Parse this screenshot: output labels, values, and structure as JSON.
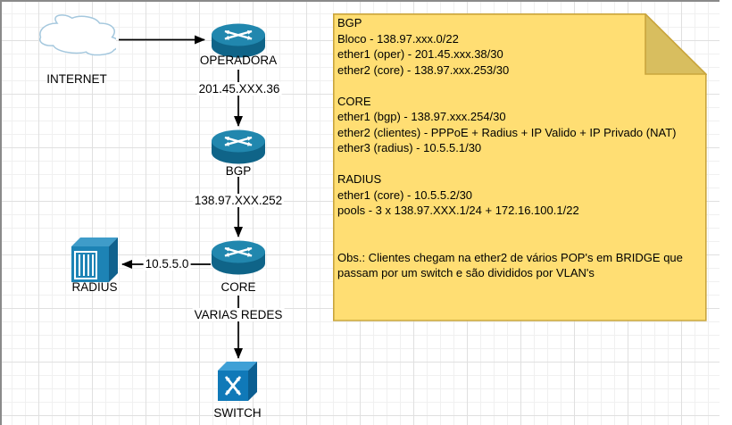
{
  "diagram": {
    "nodes": [
      {
        "id": "internet",
        "type": "cloud",
        "label": "INTERNET"
      },
      {
        "id": "operadora",
        "type": "router",
        "label": "OPERADORA"
      },
      {
        "id": "bgp",
        "type": "router",
        "label": "BGP"
      },
      {
        "id": "core",
        "type": "router",
        "label": "CORE"
      },
      {
        "id": "radius",
        "type": "server",
        "label": "RADIUS"
      },
      {
        "id": "switch",
        "type": "switch",
        "label": "SWITCH"
      }
    ],
    "edges": [
      {
        "from": "internet",
        "to": "operadora",
        "label": ""
      },
      {
        "from": "operadora",
        "to": "bgp",
        "label": "201.45.XXX.36"
      },
      {
        "from": "bgp",
        "to": "core",
        "label": "138.97.XXX.252"
      },
      {
        "from": "core",
        "to": "radius",
        "label": "10.5.5.0"
      },
      {
        "from": "core",
        "to": "switch",
        "label": "VARIAS REDES"
      }
    ]
  },
  "note": {
    "lines": [
      "BGP",
      "Bloco - 138.97.xxx.0/22",
      "ether1 (oper) - 201.45.xxx.38/30",
      "ether2 (core) - 138.97.xxx.253/30",
      "",
      "CORE",
      "ether1 (bgp) - 138.97.xxx.254/30",
      "ether2 (clientes) - PPPoE + Radius + IP Valido + IP Privado (NAT)",
      "ether3 (radius) - 10.5.5.1/30",
      "",
      "RADIUS",
      "ether1 (core) - 10.5.5.2/30",
      "pools - 3 x 138.97.XXX.1/24 + 172.16.100.1/22",
      "",
      "",
      "Obs.: Clientes chegam na ether2 de vários POP's em BRIDGE que",
      "passam por um switch e são divididos por VLAN's"
    ]
  },
  "colors": {
    "router_top": "#2187ae",
    "router_body": "#0f6488",
    "server_front": "#1d83b5",
    "server_top": "#3f9cc9",
    "server_side": "#0f618d",
    "switch_front": "#1079b8",
    "switch_top": "#3fa0d6",
    "switch_side": "#0b5e91",
    "cloud_stroke": "#a5c8de",
    "note_fill": "#ffde73",
    "note_fold": "#d8be5f",
    "note_border": "#c9a53d",
    "connector": "#000000",
    "grid_minor": "#f0f0f0",
    "grid_major": "#e0e0e0"
  }
}
